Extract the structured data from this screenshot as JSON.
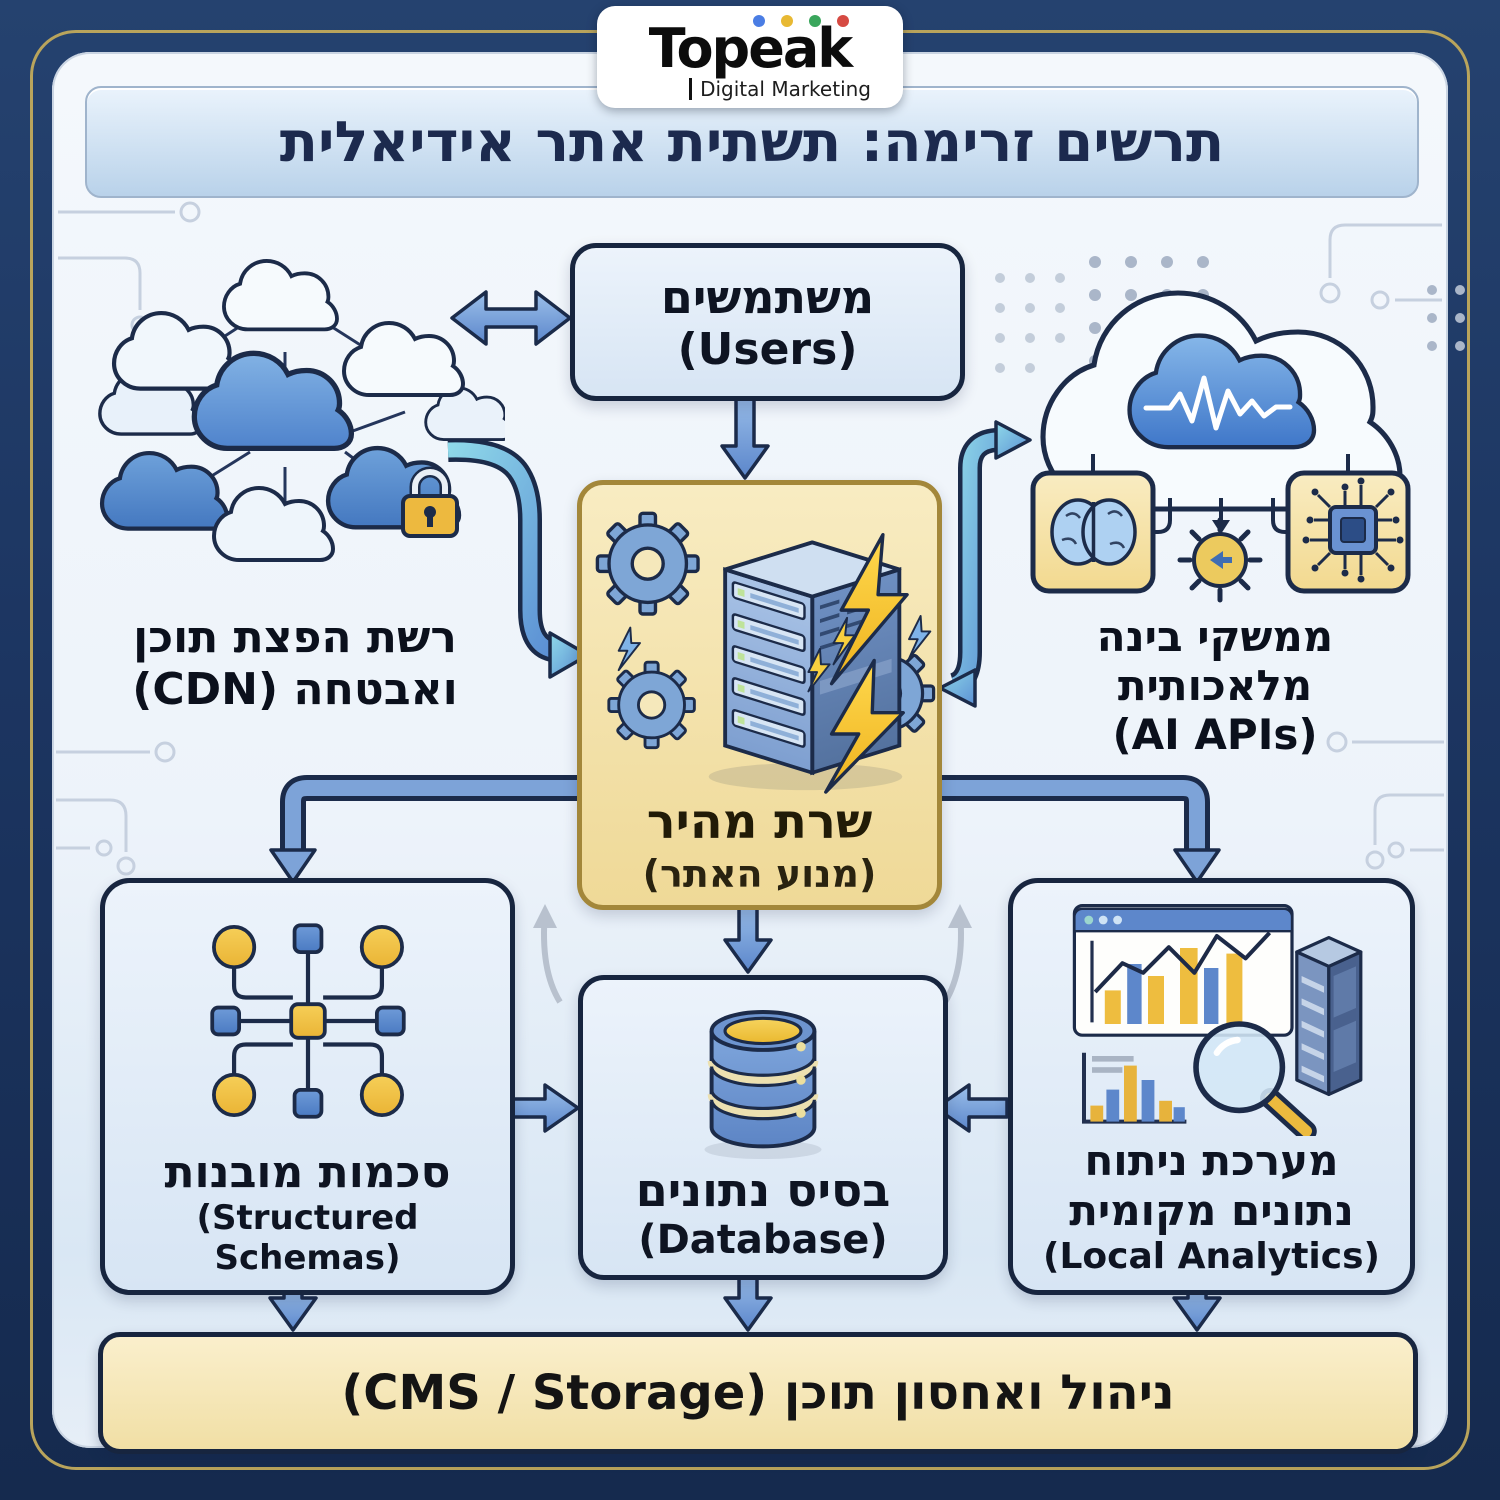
{
  "logo": {
    "brand": "Topeak",
    "tagline": "Digital Marketing",
    "dot_colors": [
      "#4a7de4",
      "#e8b933",
      "#3aa65c",
      "#d64a42"
    ]
  },
  "title": "תרשים זרימה: תשתית אתר אידיאלית",
  "nodes": {
    "users": {
      "he": "משתמשים",
      "en": "(Users)"
    },
    "cdn": {
      "line1": "רשת הפצת תוכן",
      "line2": "ואבטחה (CDN)"
    },
    "ai": {
      "line1": "ממשקי בינה מלאכותית",
      "line2": "(AI APIs)"
    },
    "server": {
      "he": "שרת מהיר",
      "sub": "(מנוע האתר)"
    },
    "schemas": {
      "he": "סכמות מובנות",
      "en": "(Structured Schemas)"
    },
    "database": {
      "he": "בסיס נתונים",
      "en": "(Database)"
    },
    "analytics": {
      "line1": "מערכת ניתוח",
      "line2": "נתונים מקומית",
      "line3": "(Local Analytics)"
    },
    "cms": {
      "label": "ניהול ואחסון תוכן (CMS / Storage)"
    }
  },
  "colors": {
    "background_navy": "#1c3561",
    "frame_gold": "#b9a45c",
    "panel_light": "#edf3fa",
    "arrow_blue": "#6e99d4",
    "arrow_teal": "#7fcfe3",
    "server_box_gold": "#f3e3ac",
    "node_box_blue": "#dfeaf7",
    "outline_dark": "#1b2b4a",
    "accent_yellow": "#eebd3f"
  }
}
